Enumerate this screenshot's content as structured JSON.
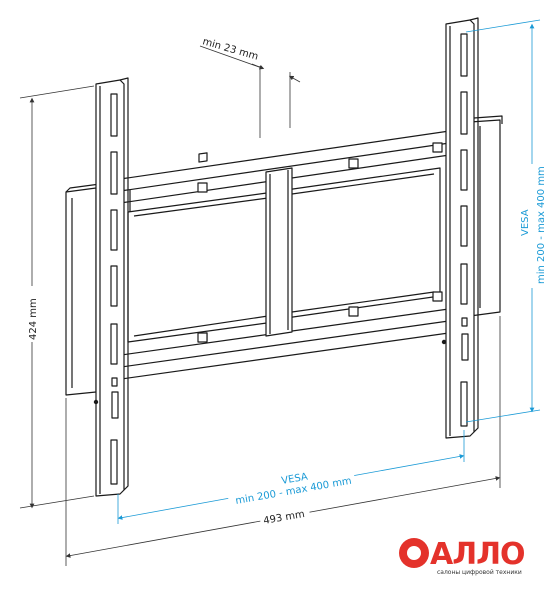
{
  "dimensions": {
    "min_depth": "min 23 mm",
    "height": "424 mm",
    "width": "493 mm",
    "vesa_label": "VESA",
    "vesa_range": "min 200 - max 400 mm"
  },
  "colors": {
    "vesa": "#1a9ad6",
    "logo_red": "#e4322b",
    "line": "#1a1a1a",
    "dim_line": "#333333"
  },
  "logo": {
    "word": "АЛЛО",
    "tagline": "салоны цифровой техники"
  }
}
